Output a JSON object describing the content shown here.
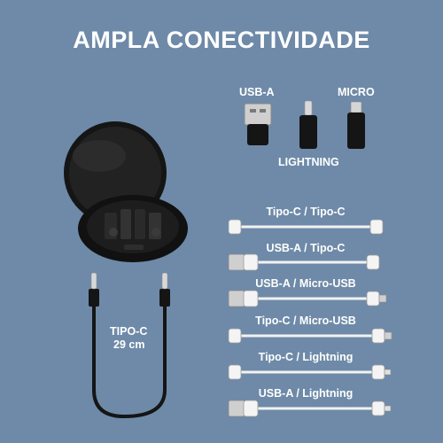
{
  "title": "AMPLA CONECTIVIDADE",
  "adapters": {
    "usb_a": "USB-A",
    "micro": "MICRO",
    "lightning": "LIGHTNING"
  },
  "cable_main": {
    "name": "TIPO-C",
    "length": "29 cm"
  },
  "cables": [
    "Tipo-C / Tipo-C",
    "USB-A / Tipo-C",
    "USB-A / Micro-USB",
    "Tipo-C / Micro-USB",
    "Tipo-C / Lightning",
    "USB-A / Lightning"
  ],
  "colors": {
    "background": "#6e8aa8",
    "text": "#ffffff",
    "product": "#121212"
  }
}
